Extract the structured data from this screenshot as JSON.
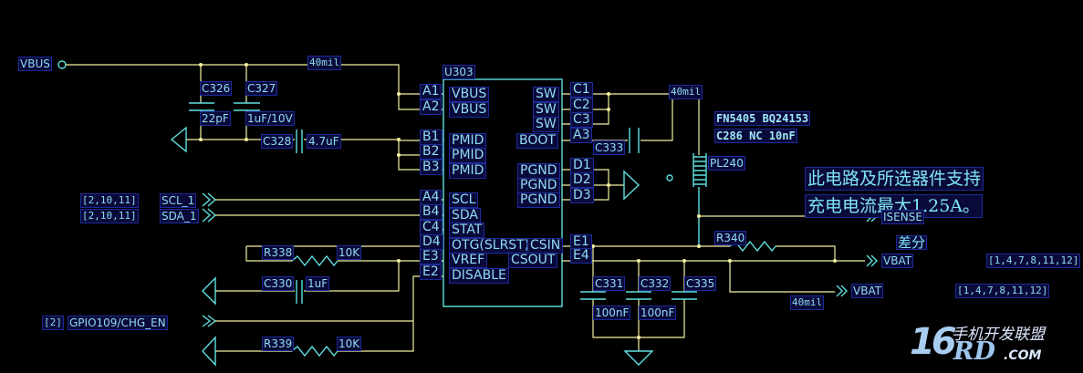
{
  "schematic": {
    "ic": {
      "ref": "U303",
      "left_pins": [
        {
          "pin": "A1",
          "name": "VBUS"
        },
        {
          "pin": "A2",
          "name": "VBUS"
        },
        {
          "pin": "B1",
          "name": "PMID"
        },
        {
          "pin": "B2",
          "name": "PMID"
        },
        {
          "pin": "B3",
          "name": "PMID"
        },
        {
          "pin": "A4",
          "name": "SCL"
        },
        {
          "pin": "B4",
          "name": "SDA"
        },
        {
          "pin": "C4",
          "name": "STAT"
        },
        {
          "pin": "D4",
          "name": "OTG(SLRST)"
        },
        {
          "pin": "E3",
          "name": "VREF"
        },
        {
          "pin": "E2",
          "name": "DISABLE"
        }
      ],
      "right_pins": [
        {
          "pin": "C1",
          "name": "SW"
        },
        {
          "pin": "C2",
          "name": "SW"
        },
        {
          "pin": "C3",
          "name": "SW"
        },
        {
          "pin": "A3",
          "name": "BOOT"
        },
        {
          "pin": "D1",
          "name": "PGND"
        },
        {
          "pin": "D2",
          "name": "PGND"
        },
        {
          "pin": "D3",
          "name": "PGND"
        },
        {
          "pin": "E1",
          "name": "CSIN"
        },
        {
          "pin": "E4",
          "name": "CSOUT"
        }
      ]
    },
    "nets": {
      "vbus": "VBUS",
      "scl": "SCL_1",
      "sda": "SDA_1",
      "scl_pages": "[2,10,11]",
      "sda_pages": "[2,10,11]",
      "chg_en": "GPIO109/CHG_EN",
      "chg_en_page": "[2]",
      "isense": "ISENSE",
      "vbat1": "VBAT",
      "vbat2": "VBAT",
      "vbat1_pages": "[1,4,7,8,11,12]",
      "vbat2_pages": "[1,4,7,8,11,12]"
    },
    "trace_widths": {
      "vbus": "40mil",
      "sw": "40mil",
      "vbat": "40mil"
    },
    "components": {
      "c326": {
        "ref": "C326",
        "value": "22pF"
      },
      "c327": {
        "ref": "C327",
        "value": "1uF/10V"
      },
      "c328": {
        "ref": "C328",
        "value": "4.7uF"
      },
      "c333": {
        "ref": "C333"
      },
      "c330": {
        "ref": "C330",
        "value": "1uF"
      },
      "r338": {
        "ref": "R338",
        "value": "10K"
      },
      "r339": {
        "ref": "R339",
        "value": "10K"
      },
      "r340": {
        "ref": "R340"
      },
      "pl240": {
        "ref": "PL240"
      },
      "c331": {
        "ref": "C331",
        "value": "100nF"
      },
      "c332": {
        "ref": "C332",
        "value": "100nF"
      },
      "c335": {
        "ref": "C335"
      }
    },
    "notes": {
      "variant_line1": "FN5405 BQ24153",
      "variant_line2": "C286  NC   10nF",
      "current_line1": "此电路及所选器件支持",
      "current_line2": "充电电流最大1.25A。",
      "differential": "差分"
    },
    "watermark": {
      "number": "16",
      "cn_text": "手机开发联盟",
      "rd": "RD",
      "com": ".COM"
    }
  }
}
